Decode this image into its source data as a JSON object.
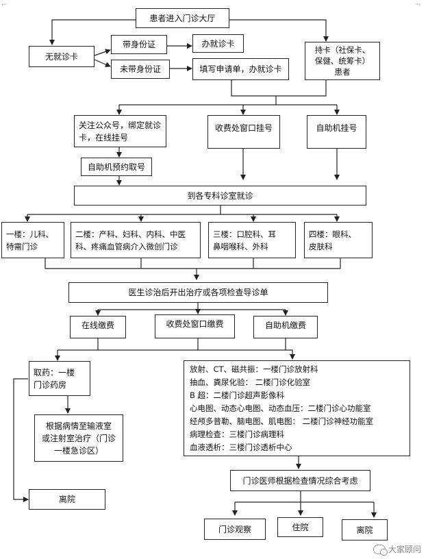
{
  "nodes": {
    "start": "患者进入门诊大厅",
    "no_card": "无就诊卡",
    "with_id": "带身份证",
    "make_card": "办就诊卡",
    "no_id": "未带身份证",
    "fill_form": "填写申请单，办就诊卡",
    "has_card": [
      "持卡（社保卡、",
      "保健、统筹卡）",
      "患者"
    ],
    "online_reg": [
      "关注公众号，绑定就诊",
      "卡，在线挂号"
    ],
    "window_reg": "收费处窗口挂号",
    "kiosk_reg": "自助机挂号",
    "kiosk_pickup": "自助机预约取号",
    "to_clinic": "到各专科诊室就诊",
    "floor1": [
      "一楼：儿科、",
      "特需门诊"
    ],
    "floor2": [
      "二楼：产科、妇科、内科、中医",
      "科、疼痛血管病介入微创门诊"
    ],
    "floor3": [
      "三楼：口腔科、耳",
      "鼻咽喉科、外科"
    ],
    "floor4": [
      "四楼：眼科、",
      "皮肤科"
    ],
    "doctor": "医生诊治后开出治疗或各项检查导诊单",
    "pay_online": "在线缴费",
    "pay_window": "收费处窗口缴费",
    "pay_kiosk": "自助机缴费",
    "pharmacy": [
      "取药：一楼",
      "门诊药房"
    ],
    "exams": [
      "放射、CT、磁共振：一楼门诊放射科",
      "抽血、粪尿化验：  二楼门诊化验室",
      "B 超：二楼门诊超声影像科",
      "心电图、动态心电图、动态血压：二楼门诊心功能室",
      "经颅多普勒、脑电图、肌电图：    二楼门诊神经功能室",
      "病理检查：三楼门诊病理科",
      "血液透析：三楼门诊透析中心"
    ],
    "infusion": [
      "根据病情至输液室",
      "或注射室治疗（门诊",
      "一楼急诊区）"
    ],
    "consider": "门诊医师根据检查情况综合考虑",
    "leave1": "离院",
    "observe": "门诊观察",
    "admit": "住院",
    "leave2": "离院"
  },
  "watermark": "大家顾问"
}
